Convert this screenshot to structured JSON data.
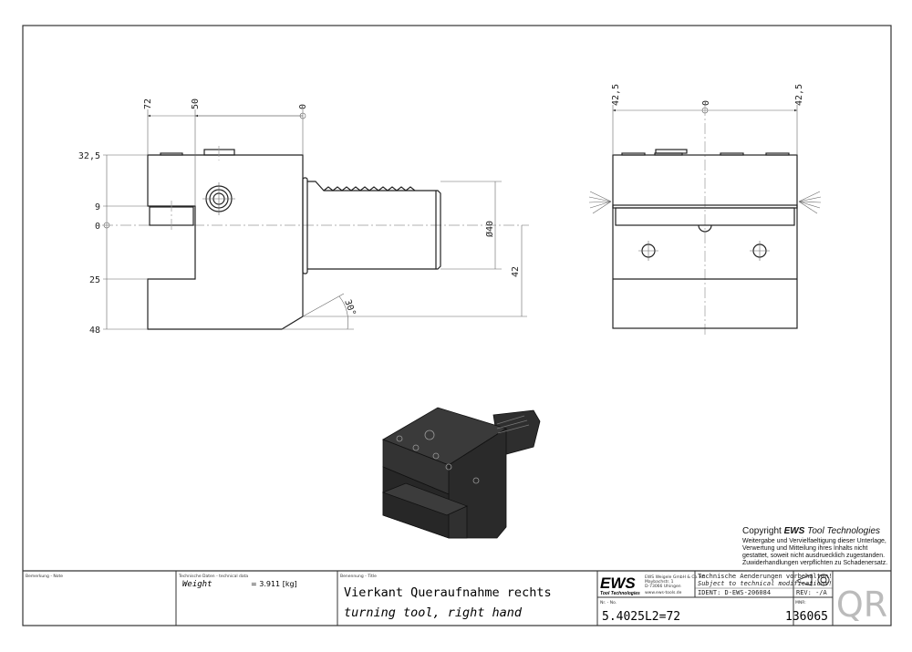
{
  "dimensions": {
    "top": [
      "72",
      "50",
      "0"
    ],
    "left": [
      "32,5",
      "9",
      "0",
      "25",
      "48"
    ],
    "diameter": "Ø40",
    "offset": "42",
    "angle": "30°",
    "side_top": [
      "42,5",
      "0",
      "42,5"
    ]
  },
  "copyright": {
    "title_prefix": "Copyright ",
    "title_brand": "EWS",
    "title_suffix": " Tool Technologies",
    "lines": [
      "Weitergabe und Vervielfaeltigung dieser Unterlage,",
      "Verwertung und Mitteilung ihres Inhalts nicht",
      "gestattet, soweit nicht ausdruecklich zugestanden.",
      "Zuwiderhandlungen verpflichten zu Schadenersatz."
    ]
  },
  "title_block": {
    "note_label": "Bemerkung - Note",
    "tech_label": "Technische Daten - technical data",
    "weight_label": "Weight",
    "weight_value": "= 3.911 [kg]",
    "title_label": "Benennung - Title",
    "title_de": "Vierkant Queraufnahme rechts",
    "title_en": "turning tool, right hand",
    "logo": "EWS",
    "logo_sub": "Tool Technologies",
    "company": [
      "EWS Weigele GmbH & Co. KG",
      "Maybachstr. 1",
      "D-73066 Uhingen",
      "www.ews-tools.de"
    ],
    "changes_de": "Technische Aenderungen vorbehalten!",
    "changes_en": "Subject to technical modifications!",
    "ident": "IDENT:  D-EWS-206084",
    "rev": "REV:  -/A",
    "nr_label": "Nr. - No.",
    "nr_value": "5.4025L2=72",
    "mnr_label": "MNR:",
    "mnr_value": "136065",
    "qr": "QR"
  }
}
